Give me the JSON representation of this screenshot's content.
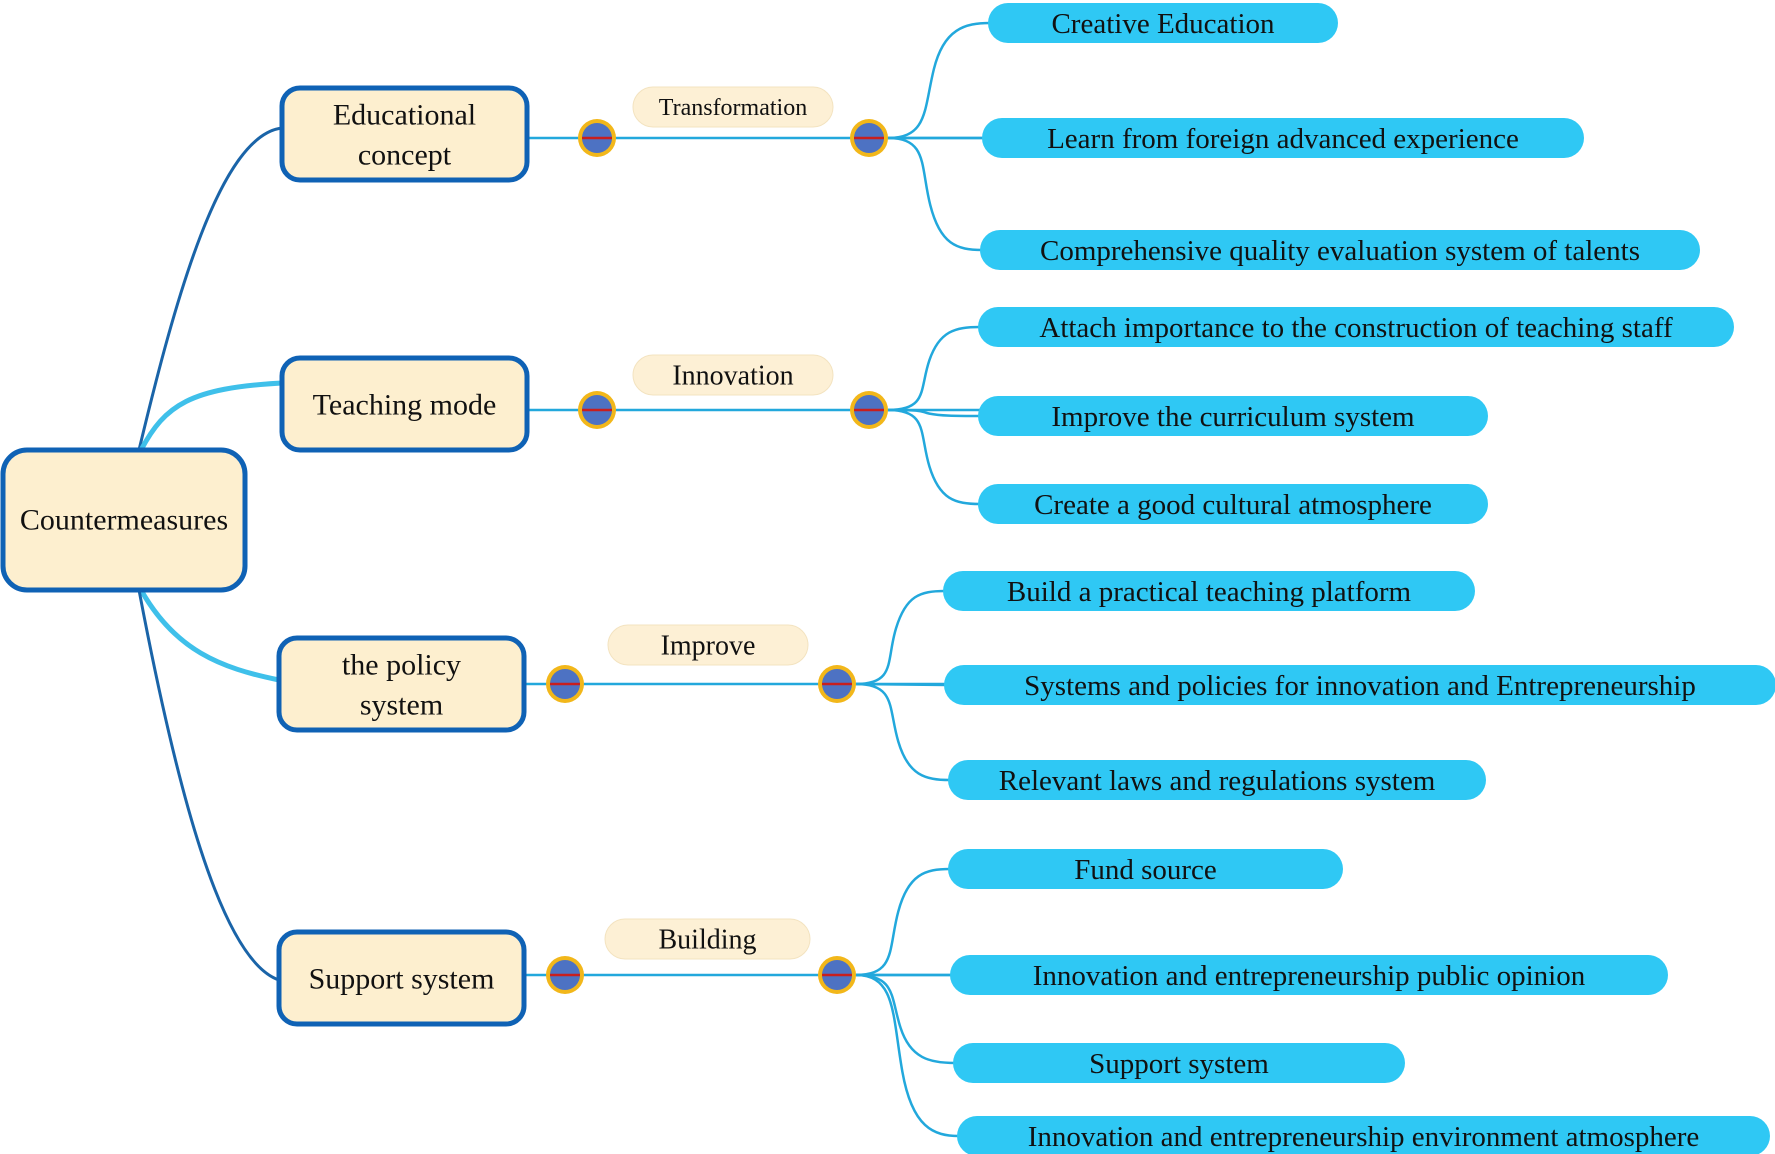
{
  "colors": {
    "node_fill": "#fdefcf",
    "node_border": "#0f62b5",
    "label_fill": "#fdf0d5",
    "leaf_fill": "#2fc8f4",
    "trunk_line": "#1a64a8",
    "light_line": "#3fc0ea",
    "branch_line": "#22a8dc",
    "dot_fill": "#4d72c3",
    "dot_ring": "#f2b71a",
    "dot_bar": "#c81e1e"
  },
  "root": {
    "label": "Countermeasures"
  },
  "branches": [
    {
      "name": "educational-concept",
      "label_lines": [
        "Educational",
        "concept"
      ],
      "relation": "Transformation",
      "leaves": [
        "Creative Education",
        "Learn from foreign advanced experience",
        "Comprehensive quality evaluation system of talents"
      ]
    },
    {
      "name": "teaching-mode",
      "label_lines": [
        "Teaching mode"
      ],
      "relation": "Innovation",
      "leaves": [
        "Attach importance to the construction of teaching staff",
        "Improve the curriculum system",
        "Create a good cultural atmosphere"
      ]
    },
    {
      "name": "policy-system",
      "label_lines": [
        "the policy",
        "system"
      ],
      "relation": "Improve",
      "leaves": [
        "Build a practical teaching platform",
        "Systems and policies for innovation and Entrepreneurship",
        "Relevant laws and regulations system"
      ]
    },
    {
      "name": "support-system",
      "label_lines": [
        "Support system"
      ],
      "relation": "Building",
      "leaves": [
        "Fund source",
        "Innovation and entrepreneurship public opinion",
        "Support system",
        "Innovation and entrepreneurship environment atmosphere"
      ]
    }
  ]
}
